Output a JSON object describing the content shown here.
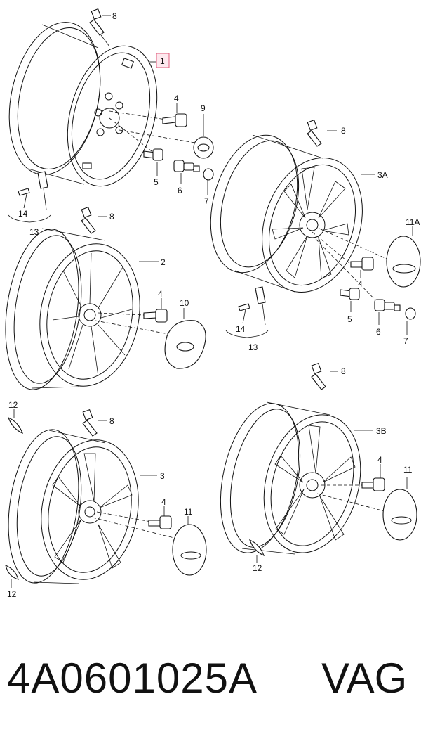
{
  "callouts": {
    "c1": "1",
    "c2": "2",
    "c3": "3",
    "c3a": "3A",
    "c3b": "3B",
    "c4": "4",
    "c5": "5",
    "c6": "6",
    "c7": "7",
    "c8": "8",
    "c9": "9",
    "c10": "10",
    "c11": "11",
    "c11a": "11A",
    "c12": "12",
    "c13": "13",
    "c14": "14"
  },
  "footer": {
    "part_number": "4A0601025A",
    "brand": "VAG"
  },
  "colors": {
    "highlight_fill": "#fde8ee",
    "highlight_stroke": "#e05a7a",
    "line": "#111111"
  }
}
